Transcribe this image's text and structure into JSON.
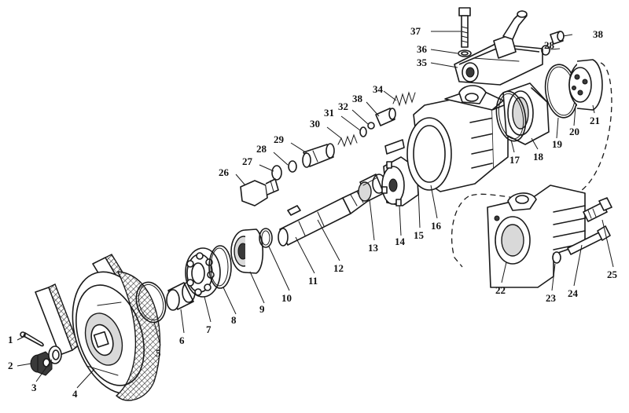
{
  "labels": [
    "1",
    "2",
    "3",
    "4",
    "5",
    "6",
    "7",
    "8",
    "9",
    "10",
    "11",
    "12",
    "13",
    "14",
    "15",
    "16",
    "17",
    "18",
    "19",
    "20",
    "21",
    "22",
    "23",
    "24",
    "25",
    "26",
    "27",
    "28",
    "28",
    "29",
    "30",
    "31",
    "32",
    "38",
    "34",
    "35",
    "36",
    "37",
    "38"
  ],
  "colors": {
    "ink": "#1a1a1a",
    "paper": "#ffffff"
  }
}
